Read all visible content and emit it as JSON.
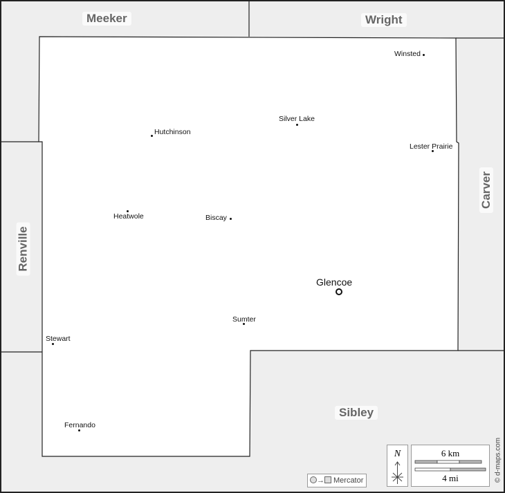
{
  "map": {
    "projection_label": "Mercator",
    "credit": "© d-maps.com",
    "north_label": "N",
    "scale": {
      "km_label": "6 km",
      "mi_label": "4 mi"
    },
    "neighbor_counties": {
      "meeker": "Meeker",
      "wright": "Wright",
      "carver": "Carver",
      "renville": "Renville",
      "sibley": "Sibley"
    },
    "county_seat": "Glencoe",
    "towns": {
      "winsted": "Winsted",
      "silver_lake": "Silver Lake",
      "hutchinson": "Hutchinson",
      "lester_prairie": "Lester Prairie",
      "heatwole": "Heatwole",
      "biscay": "Biscay",
      "sumter": "Sumter",
      "stewart": "Stewart",
      "fernando": "Fernando"
    },
    "colors": {
      "outside": "#eeeeee",
      "county": "#ffffff",
      "border": "#222222",
      "label": "#666666"
    }
  }
}
